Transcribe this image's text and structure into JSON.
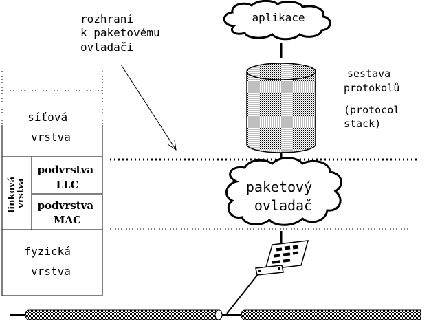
{
  "cloud_app": "aplikace",
  "interface_label": [
    "rozhraní",
    "k paketovému",
    "ovladači"
  ],
  "stack_label": [
    "sestava",
    "protokolů"
  ],
  "stack_label_en": [
    "(protocol",
    " stack)"
  ],
  "driver_cloud": [
    "paketový",
    "ovladač"
  ],
  "layers": {
    "network": [
      "síťová",
      "vrstva"
    ],
    "link_vertical": [
      "linková",
      "vrstva"
    ],
    "llc": [
      "podvrstva",
      "LLC"
    ],
    "mac": [
      "podvrstva",
      "MAC"
    ],
    "physical": [
      "fyzická",
      "vrstva"
    ]
  }
}
